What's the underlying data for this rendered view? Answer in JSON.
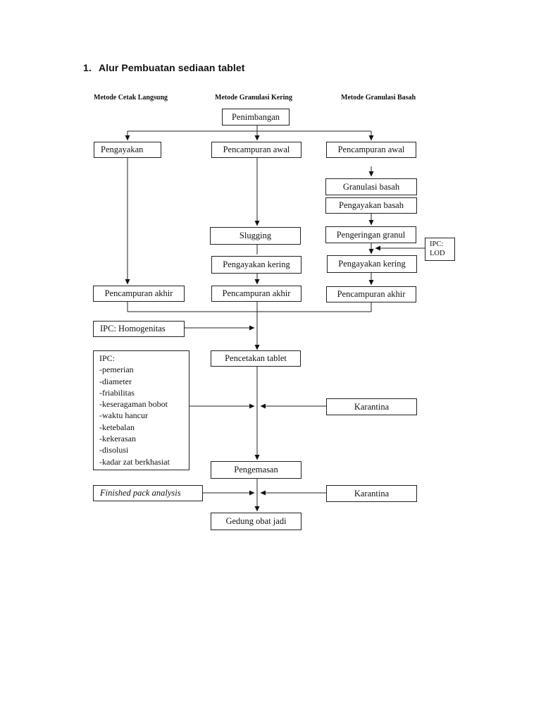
{
  "heading": {
    "number": "1.",
    "title": "Alur Pembuatan sediaan tablet"
  },
  "columns": {
    "cetak_langsung": "Metode Cetak Langsung",
    "granulasi_kering": "Metode Granulasi Kering",
    "granulasi_basah": "Metode Granulasi Basah"
  },
  "steps": {
    "penimbangan": "Penimbangan",
    "pengayakan": "Pengayakan",
    "pencampuran_awal_kering": "Pencampuran awal",
    "pencampuran_awal_basah": "Pencampuran awal",
    "granulasi_basah": "Granulasi basah",
    "pengayakan_basah": "Pengayakan basah",
    "slugging": "Slugging",
    "pengeringan_granul": "Pengeringan granul",
    "pengayakan_kering_mid": "Pengayakan kering",
    "pengayakan_kering_right": "Pengayakan kering",
    "pencampuran_akhir_left": "Pencampuran akhir",
    "pencampuran_akhir_mid": "Pencampuran akhir",
    "pencampuran_akhir_right": "Pencampuran akhir",
    "ipc_homogenitas": "IPC: Homogenitas",
    "pencetakan_tablet": "Pencetakan tablet",
    "karantina_1": "Karantina",
    "pengemasan": "Pengemasan",
    "finished_pack": "Finished pack analysis",
    "karantina_2": "Karantina",
    "gedung_obat_jadi": "Gedung obat jadi"
  },
  "ipc_lod": {
    "line1": "IPC:",
    "line2": "LOD"
  },
  "ipc_list": {
    "title": "IPC:",
    "items": [
      "-pemerian",
      "-diameter",
      "-friabilitas",
      "-keseragaman bobot",
      "-waktu hancur",
      "-ketebalan",
      "-kekerasan",
      "-disolusi",
      "-kadar zat berkhasiat"
    ]
  }
}
